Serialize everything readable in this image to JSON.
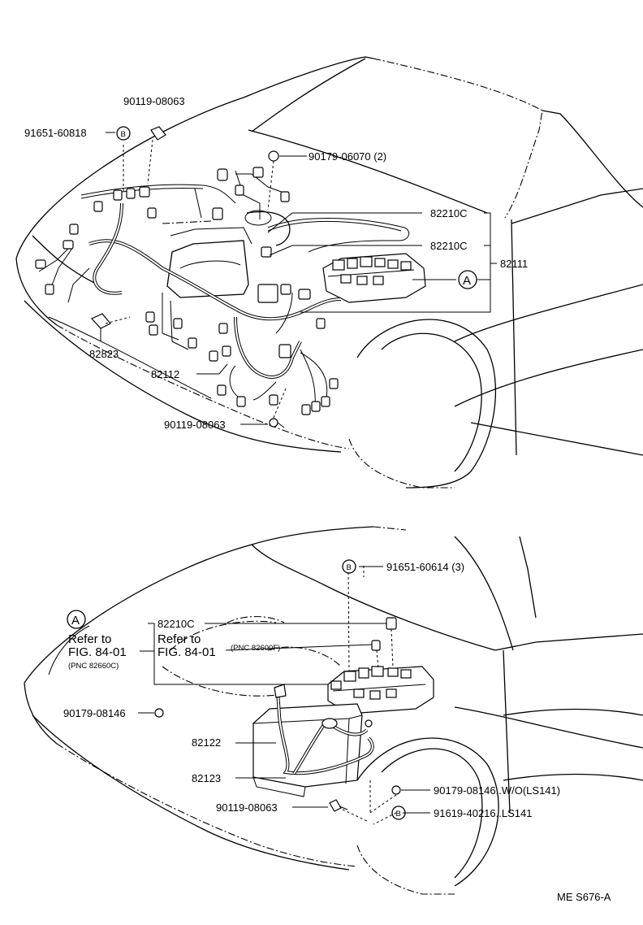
{
  "top_view": {
    "callouts": {
      "bolt_top": "90119-08063",
      "screw_b_top": "91651-60818",
      "nut_top": "90179-06070 (2)",
      "relay_block_1": "82210C",
      "relay_block_2": "82210C",
      "engine_wire": "82111",
      "junction_a": "A",
      "screw_b_marker": "B",
      "resistor": "82823",
      "harness": "82112",
      "bolt_bottom": "90119-08063"
    }
  },
  "bottom_view": {
    "callouts": {
      "screw_b": "91651-60614 (3)",
      "screw_b_marker": "B",
      "junction_a": "A",
      "refer_1_line1": "Refer to",
      "refer_1_line2": "FIG. 84-01",
      "refer_1_pnc": "(PNC 82660C)",
      "relay_block": "82210C",
      "refer_2_line1": "Refer to",
      "refer_2_line2": "FIG. 84-01",
      "refer_2_pnc": "(PNC 82600F)",
      "nut": "90179-08146",
      "battery_cable_1": "82122",
      "battery_cable_2": "82123",
      "bolt": "90119-08063",
      "nut_wo": "90179-08146..W/O(LS141)",
      "screw_ls": "91619-40216..LS141",
      "screw_ls_marker": "B"
    }
  },
  "figure_code": "ME S676-A"
}
